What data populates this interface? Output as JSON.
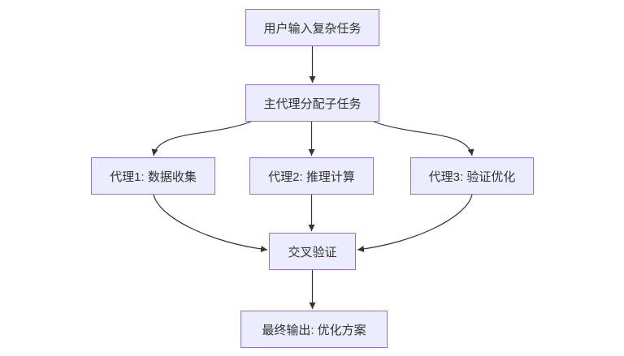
{
  "diagram": {
    "type": "flowchart",
    "direction": "top-down",
    "colors": {
      "node_fill": "#ECECFF",
      "node_border": "#9370DB",
      "edge": "#333333",
      "text": "#333333",
      "background": "#ffffff"
    },
    "nodes": [
      {
        "id": "user-input",
        "label": "用户输入复杂任务"
      },
      {
        "id": "main-agent",
        "label": "主代理分配子任务"
      },
      {
        "id": "agent1",
        "label": "代理1: 数据收集"
      },
      {
        "id": "agent2",
        "label": "代理2: 推理计算"
      },
      {
        "id": "agent3",
        "label": "代理3: 验证优化"
      },
      {
        "id": "cross-validation",
        "label": "交叉验证"
      },
      {
        "id": "final-output",
        "label": "最终输出: 优化方案"
      }
    ],
    "edges": [
      {
        "from": "user-input",
        "to": "main-agent"
      },
      {
        "from": "main-agent",
        "to": "agent1"
      },
      {
        "from": "main-agent",
        "to": "agent2"
      },
      {
        "from": "main-agent",
        "to": "agent3"
      },
      {
        "from": "agent1",
        "to": "cross-validation"
      },
      {
        "from": "agent2",
        "to": "cross-validation"
      },
      {
        "from": "agent3",
        "to": "cross-validation"
      },
      {
        "from": "cross-validation",
        "to": "final-output"
      }
    ]
  }
}
